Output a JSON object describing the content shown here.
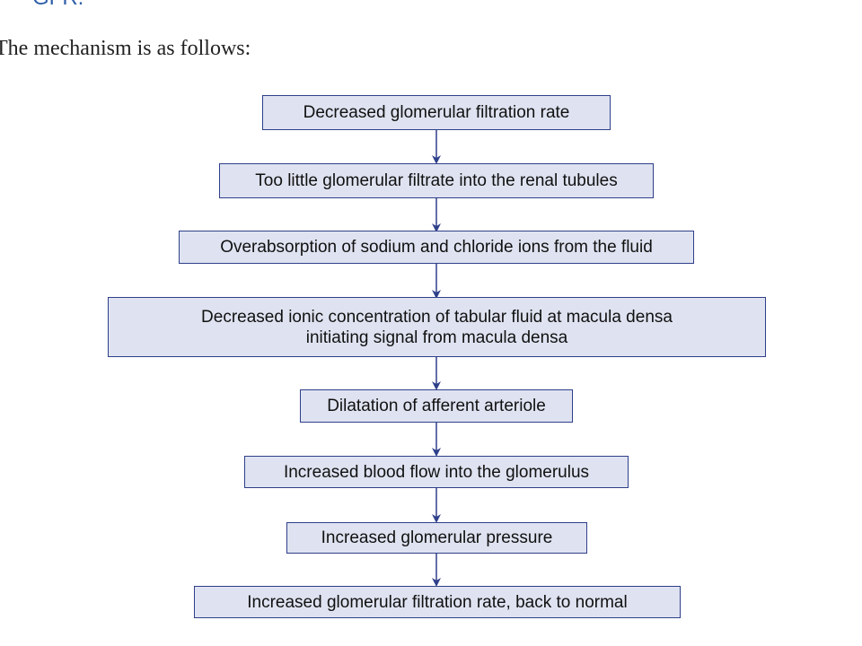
{
  "page": {
    "heading_fragment": "GFR.",
    "intro": "The mechanism is as follows:"
  },
  "flowchart": {
    "steps": [
      "Decreased glomerular filtration rate",
      "Too little glomerular filtrate into the renal tubules",
      "Overabsorption of sodium and chloride ions from the fluid",
      "Decreased ionic concentration of tabular fluid at macula densa initiating signal from macula densa",
      "Dilatation of afferent arteriole",
      "Increased blood flow into the glomerulus",
      "Increased glomerular pressure",
      "Increased glomerular filtration rate, back to normal"
    ],
    "colors": {
      "box_fill": "#dfe3f1",
      "box_border": "#2e3f8a",
      "arrow": "#2e3f8a",
      "heading": "#2f5fa8"
    }
  }
}
